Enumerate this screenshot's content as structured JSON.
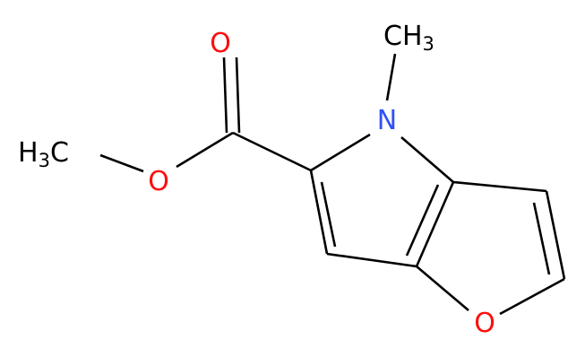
{
  "molecule": {
    "atoms": {
      "carbonyl_oxygen": {
        "symbol": "O",
        "color": "#ff0d0d"
      },
      "ester_oxygen": {
        "symbol": "O",
        "color": "#ff0d0d"
      },
      "ring_oxygen": {
        "symbol": "O",
        "color": "#ff0d0d"
      },
      "pyrrole_nitrogen": {
        "symbol": "N",
        "color": "#3050f8"
      },
      "n_methyl": {
        "main": "CH",
        "sub": "3",
        "color": "#000000"
      },
      "o_methyl": {
        "main": "H",
        "sub": "3",
        "tail": "C",
        "color": "#000000"
      }
    },
    "bond_color": "#000000"
  }
}
